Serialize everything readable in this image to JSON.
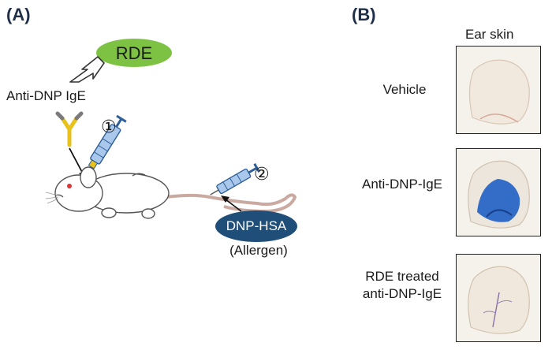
{
  "panel_a": {
    "label": "(A)",
    "rde": "RDE",
    "anti_dnp_ige": "Anti-DNP IgE",
    "step1": "①",
    "step2": "②",
    "dnp_hsa": "DNP-HSA",
    "allergen": "(Allergen)"
  },
  "panel_b": {
    "label": "(B)",
    "column_header": "Ear skin",
    "rows": [
      {
        "label_lines": [
          "Vehicle"
        ],
        "stain": "none"
      },
      {
        "label_lines": [
          "Anti-DNP-IgE"
        ],
        "stain": "blue"
      },
      {
        "label_lines": [
          "RDE treated",
          "anti-DNP-IgE"
        ],
        "stain": "faint"
      }
    ]
  },
  "colors": {
    "rde_fill": "#7dc243",
    "dnp_hsa_fill": "#1f4e79",
    "panel_label": "#1f2f4a",
    "antibody": "#e8c21a",
    "syringe": "#5b8fc9",
    "evans_blue": "#1f5fc4"
  }
}
